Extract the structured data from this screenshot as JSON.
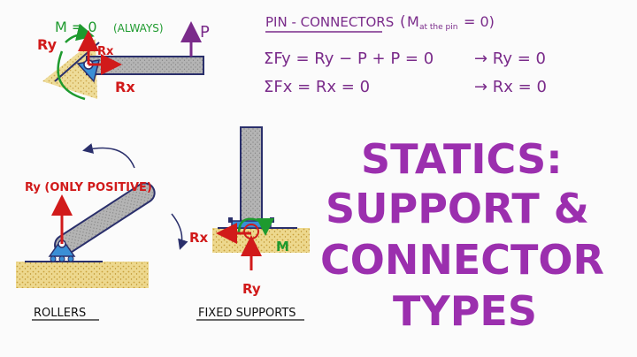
{
  "colors": {
    "background": "#fbfbfb",
    "title": "#9b2fae",
    "reaction": "#d11a1a",
    "moment": "#1e9a2e",
    "load": "#7a2b8a",
    "support": "#3a8fd6",
    "navy": "#2a2f6b",
    "beam": "#9a9a9a",
    "ground": "#e0c26a"
  },
  "pin": {
    "moment_label": "M = 0",
    "always_label": "(ALWAYS)",
    "ry": "Ry",
    "rx_top": "Rx",
    "rx": "Rx",
    "p": "P"
  },
  "equations": {
    "heading": "PIN - CONNECTORS",
    "heading_paren_open": "(",
    "heading_m": "M",
    "heading_sub": "at the pin",
    "heading_rest": " = 0)",
    "line1": "ΣFy = Ry − P + P = 0",
    "line1_result": "→  Ry = 0",
    "line2": "ΣFx = Rx = 0",
    "line2_result": "→  Rx = 0"
  },
  "rollers": {
    "ry_label": "Ry (ONLY POSITIVE)",
    "caption": "ROLLERS"
  },
  "fixed": {
    "rx": "Rx",
    "ry": "Ry",
    "m": "M",
    "caption": "FIXED SUPPORTS"
  },
  "title": {
    "line1": "STATICS:",
    "line2": "SUPPORT &",
    "line3": "CONNECTOR",
    "line4": "TYPES"
  }
}
